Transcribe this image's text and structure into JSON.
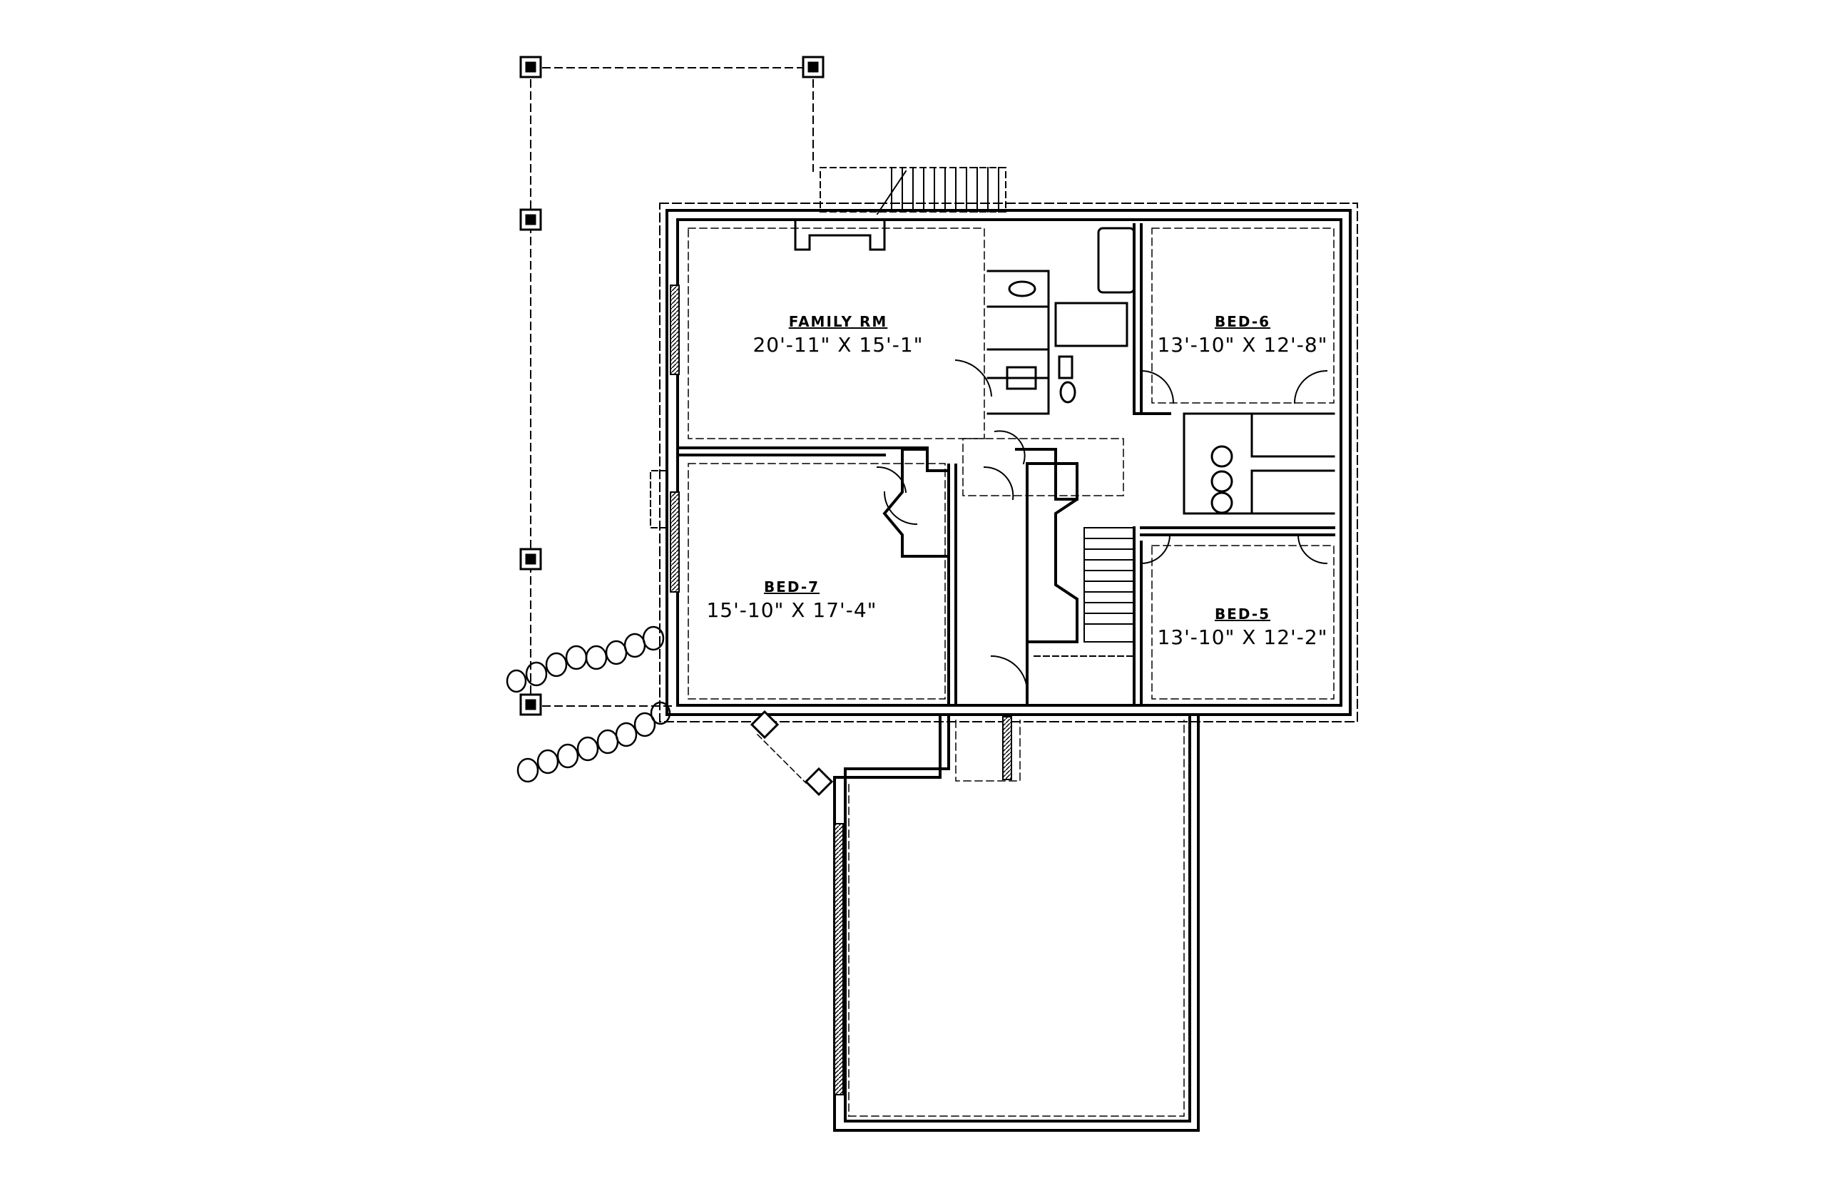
{
  "rooms": {
    "family": {
      "name": "FAMILY RM",
      "dims": "20'-11\" X 15'-1\""
    },
    "bed6": {
      "name": "BED-6",
      "dims": "13'-10\" X 12'-8\""
    },
    "bed7": {
      "name": "BED-7",
      "dims": "15'-10\" X 17'-4\""
    },
    "bed5": {
      "name": "BED-5",
      "dims": "13'-10\" X 12'-2\""
    }
  }
}
